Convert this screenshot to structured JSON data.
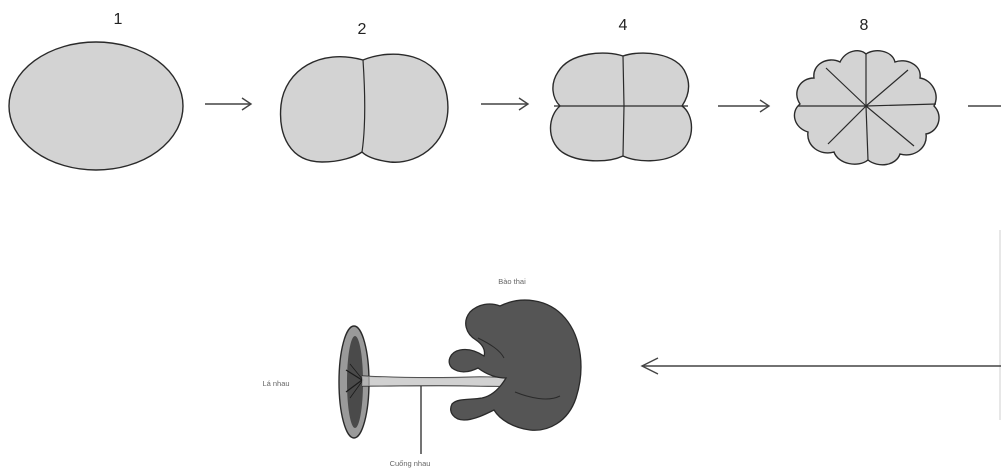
{
  "stages": [
    {
      "label": "1"
    },
    {
      "label": "2"
    },
    {
      "label": "4"
    },
    {
      "label": "8"
    }
  ],
  "embryo_labels": {
    "embryo": "Bào thai",
    "placenta": "Lá nhau",
    "umbilical_cord": "Cuống nhau"
  },
  "colors": {
    "cell_fill": "#d3d3d3",
    "outline": "#2a2a2a",
    "embryo_fill": "#555555",
    "placenta_outer": "#9a9a9a",
    "placenta_inner": "#4a4a4a"
  }
}
